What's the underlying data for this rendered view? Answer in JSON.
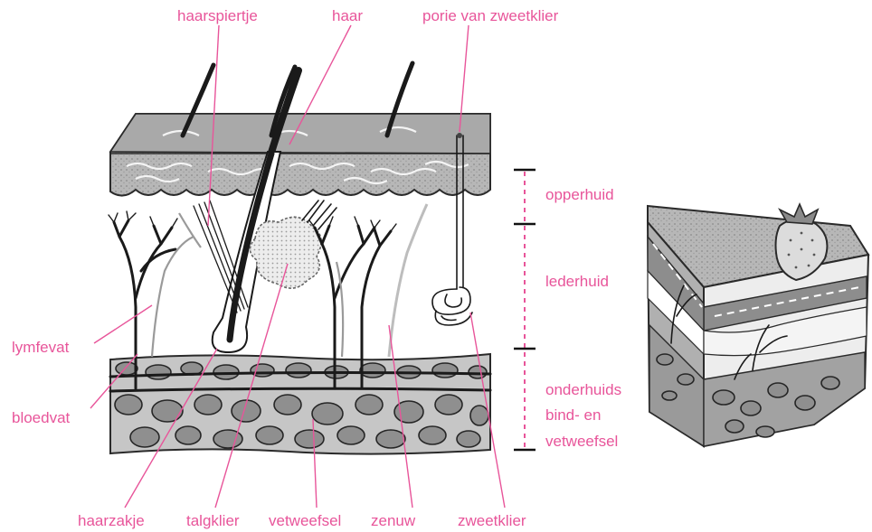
{
  "labels": {
    "hair_muscle": "haarspiertje",
    "hair": "haar",
    "sweat_pore": "porie van zweetklier",
    "epidermis": "opperhuid",
    "dermis": "lederhuid",
    "subcutis_line1": "onderhuids",
    "subcutis_line2": "bind- en",
    "subcutis_line3": "vetweefsel",
    "lymph_vessel": "lymfevat",
    "blood_vessel": "bloedvat",
    "hair_follicle": "haarzakje",
    "sebaceous_gland": "talgklier",
    "fat_tissue": "vetweefsel",
    "nerve": "zenuw",
    "sweat_gland": "zweetklier"
  },
  "colors": {
    "label": "#e8559a",
    "epidermis": "#b3b3b3",
    "fat_layer": "#c4c4c4",
    "ink": "#1a1a1a"
  }
}
